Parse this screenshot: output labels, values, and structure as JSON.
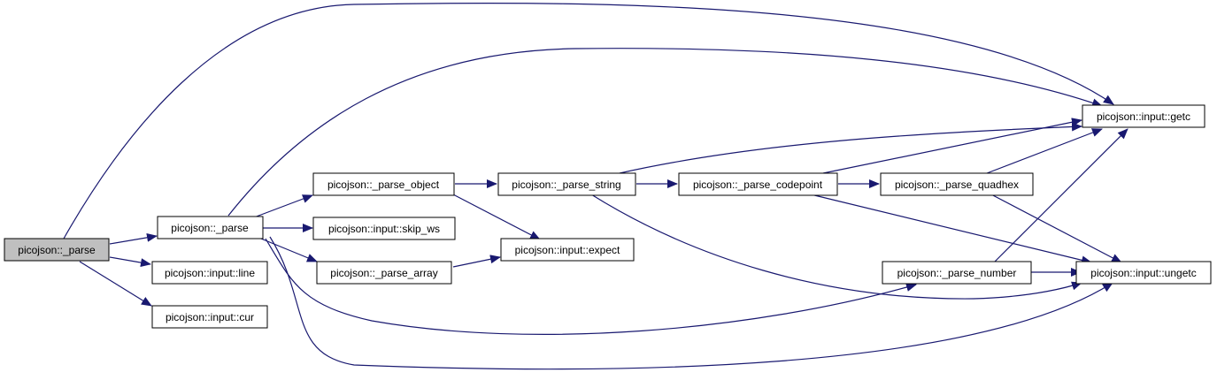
{
  "colors": {
    "edge": "#191970",
    "node_border": "#000000",
    "root_fill": "#bfbfbf",
    "node_fill": "#ffffff"
  },
  "nodes": {
    "root": "picojson::_parse",
    "parse": "picojson::_parse",
    "line": "picojson::input::line",
    "cur": "picojson::input::cur",
    "parse_object": "picojson::_parse_object",
    "skip_ws": "picojson::input::skip_ws",
    "parse_array": "picojson::_parse_array",
    "parse_string": "picojson::_parse_string",
    "expect": "picojson::input::expect",
    "parse_codepoint": "picojson::_parse_codepoint",
    "parse_quadhex": "picojson::_parse_quadhex",
    "parse_number": "picojson::_parse_number",
    "getc": "picojson::input::getc",
    "ungetc": "picojson::input::ungetc"
  }
}
